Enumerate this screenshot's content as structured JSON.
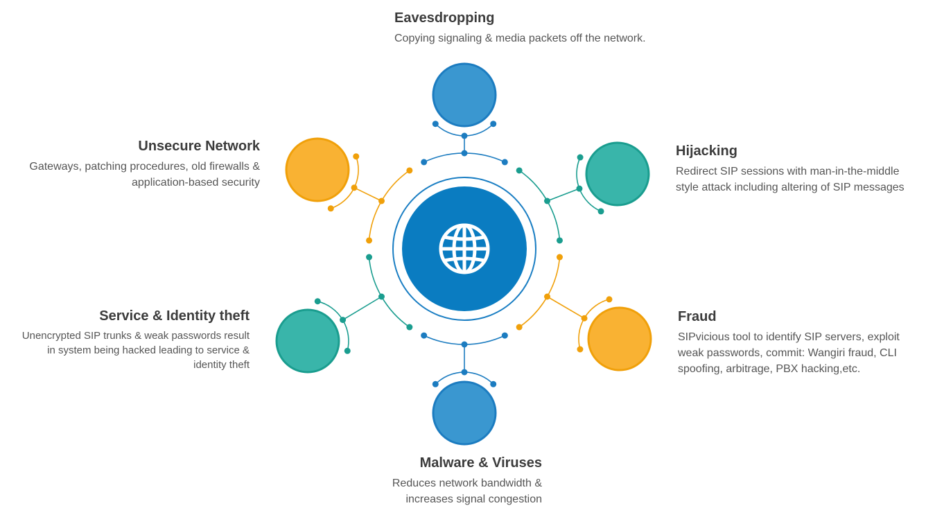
{
  "colors": {
    "blue": "#3a97d0",
    "blue_stroke": "#1c7cc0",
    "teal": "#39b5aa",
    "teal_stroke": "#1a9d8f",
    "orange": "#f9b233",
    "orange_stroke": "#f0a00a",
    "center": "#0a7cc1",
    "center_ring": "#1a7ec3"
  },
  "center": {
    "icon": "globe-icon"
  },
  "threats": [
    {
      "key": "eavesdropping",
      "title": "Eavesdropping",
      "description": "Copying signaling & media packets off the network.",
      "color": "blue"
    },
    {
      "key": "hijacking",
      "title": "Hijacking",
      "description": "Redirect SIP sessions with man-in-the-middle style attack including altering of SIP messages",
      "color": "teal"
    },
    {
      "key": "fraud",
      "title": "Fraud",
      "description": "SIPvicious tool to identify SIP servers, exploit weak passwords, commit: Wangiri fraud, CLI spoofing, arbitrage, PBX hacking,etc.",
      "color": "orange"
    },
    {
      "key": "malware",
      "title": "Malware & Viruses",
      "description": "Reduces network bandwidth & increases signal congestion",
      "color": "blue"
    },
    {
      "key": "identity-theft",
      "title": "Service & Identity theft",
      "description": "Unencrypted SIP trunks & weak passwords result in system being hacked leading to service & identity theft",
      "color": "teal"
    },
    {
      "key": "unsecure-network",
      "title": "Unsecure Network",
      "description": "Gateways, patching procedures, old firewalls & application-based security",
      "color": "orange"
    }
  ]
}
